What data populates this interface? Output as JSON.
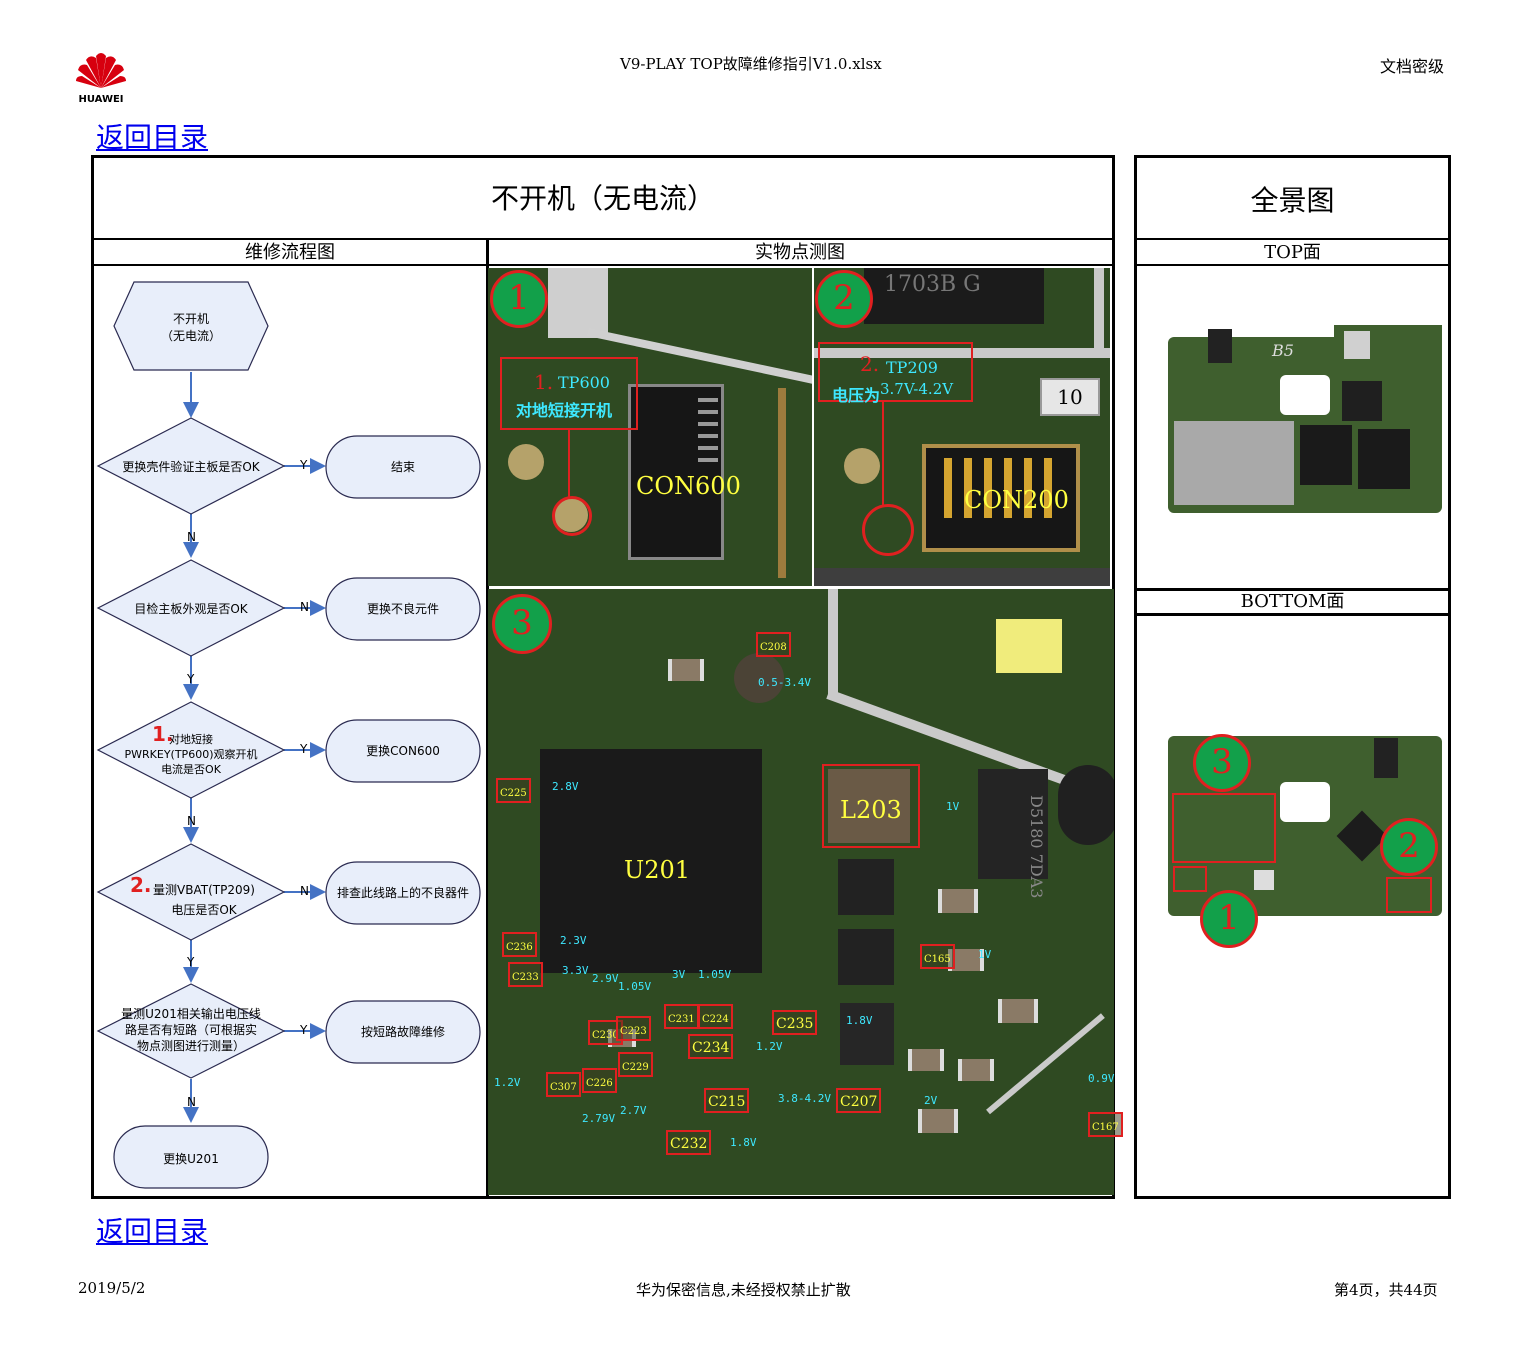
{
  "header": {
    "logo_text": "HUAWEI",
    "file_title": "V9-PLAY TOP故障维修指引V1.0.xlsx",
    "classification": "文档密级"
  },
  "links": {
    "back_top": "返回目录",
    "back_bottom": "返回目录"
  },
  "main": {
    "title": "不开机（无电流）",
    "flow_header": "维修流程图",
    "photo_header": "实物点测图"
  },
  "overview": {
    "title": "全景图",
    "top_label": "TOP面",
    "bottom_label": "BOTTOM面"
  },
  "flow": {
    "start": "不开机\n（无电流）",
    "d1": "更换壳件验证主板是否OK",
    "d1_yes": "Y",
    "r1": "结束",
    "d1_no": "N",
    "d2": "目检主板外观是否OK",
    "d2_no": "N",
    "r2": "更换不良元件",
    "d2_yes": "Y",
    "d3_num": "1.",
    "d3": "对地短接\nPWRKEY(TP600)观察开机\n电流是否OK",
    "d3_yes": "Y",
    "r3": "更换CON600",
    "d3_no": "N",
    "d4_num": "2.",
    "d4": "量测VBAT(TP209)\n电压是否OK",
    "d4_no": "N",
    "r4": "排查此线路上的不良器件",
    "d4_yes": "Y",
    "d5": "量测U201相关输出电压线\n路是否有短路（可根据实\n物点测图进行测量）",
    "d5_yes": "Y",
    "r5": "按短路故障维修",
    "d5_no": "N",
    "end": "更换U201"
  },
  "photo1": {
    "num": "1",
    "step": "1.",
    "tp": "TP600",
    "desc": "对地短接开机",
    "conn": "CON600"
  },
  "photo2": {
    "num": "2",
    "step": "2.",
    "tp": "TP209",
    "desc": "电压为",
    "volt": "3.7V-4.2V",
    "conn": "CON200",
    "chip": "1703B G",
    "tag": "10"
  },
  "photo3": {
    "num": "3",
    "big_chip": "U201",
    "inductor": "L203",
    "mark": "D5180 7DA3",
    "components": [
      {
        "name": "C208",
        "volt": "0.5-3.4V"
      },
      {
        "name": "C225",
        "volt": "2.8V"
      },
      {
        "name": "C236",
        "volt": "2.3V"
      },
      {
        "name": "C233",
        "volt": "3.3V"
      },
      {
        "name": "C230",
        "volt": "2.9V"
      },
      {
        "name": "C223",
        "volt": "1.05V"
      },
      {
        "name": "C231",
        "volt": "3V"
      },
      {
        "name": "C224",
        "volt": "1.05V"
      },
      {
        "name": "C235",
        "volt": "1.8V"
      },
      {
        "name": "C234",
        "volt": "1.2V"
      },
      {
        "name": "C229",
        "volt": "2.7V"
      },
      {
        "name": "C307",
        "volt": "1.2V"
      },
      {
        "name": "C226",
        "volt": "2.79V"
      },
      {
        "name": "C215",
        "volt": "3.8-4.2V"
      },
      {
        "name": "C207",
        "volt": "2V"
      },
      {
        "name": "C232",
        "volt": "1.8V"
      },
      {
        "name": "C165",
        "volt": "1V"
      },
      {
        "name": "C167",
        "volt": "0.9V"
      },
      {
        "name": "L203",
        "volt": "1V"
      }
    ]
  },
  "board": {
    "top_mark": "B5",
    "bottom_nums": [
      "3",
      "2",
      "1"
    ]
  },
  "footer": {
    "date": "2019/5/2",
    "notice": "华为保密信息,未经授权禁止扩散",
    "page": "第4页，共44页"
  }
}
